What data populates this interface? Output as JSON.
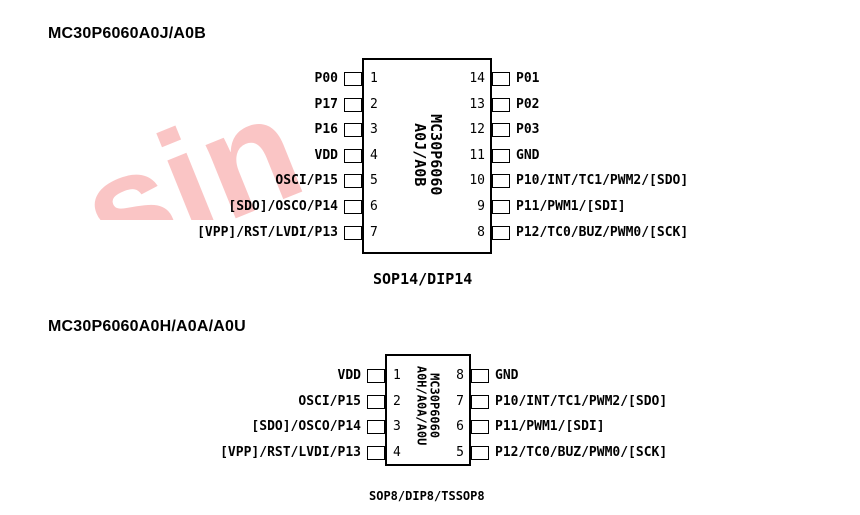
{
  "colors": {
    "watermark": "#f05a5a",
    "line": "#000000"
  },
  "watermark": {
    "text": "sin"
  },
  "top": {
    "title": "MC30P6060A0J/A0B",
    "chip_lines": [
      "MC30P6060",
      "A0J/A0B"
    ],
    "package": "SOP14/DIP14",
    "left_pins": [
      {
        "num": "1",
        "label": "P00"
      },
      {
        "num": "2",
        "label": "P17"
      },
      {
        "num": "3",
        "label": "P16"
      },
      {
        "num": "4",
        "label": "VDD"
      },
      {
        "num": "5",
        "label": "OSCI/P15"
      },
      {
        "num": "6",
        "label": "[SDO]/OSCO/P14"
      },
      {
        "num": "7",
        "label": "[VPP]/RST/LVDI/P13"
      }
    ],
    "right_pins": [
      {
        "num": "14",
        "label": "P01"
      },
      {
        "num": "13",
        "label": "P02"
      },
      {
        "num": "12",
        "label": "P03"
      },
      {
        "num": "11",
        "label": "GND"
      },
      {
        "num": "10",
        "label": "P10/INT/TC1/PWM2/[SDO]"
      },
      {
        "num": "9",
        "label": "P11/PWM1/[SDI]"
      },
      {
        "num": "8",
        "label": "P12/TC0/BUZ/PWM0/[SCK]"
      }
    ]
  },
  "bottom": {
    "title": "MC30P6060A0H/A0A/A0U",
    "chip_lines": [
      "MC30P6060",
      "A0H/A0A/A0U"
    ],
    "package": "SOP8/DIP8/TSSOP8",
    "left_pins": [
      {
        "num": "1",
        "label": "VDD"
      },
      {
        "num": "2",
        "label": "OSCI/P15"
      },
      {
        "num": "3",
        "label": "[SDO]/OSCO/P14"
      },
      {
        "num": "4",
        "label": "[VPP]/RST/LVDI/P13"
      }
    ],
    "right_pins": [
      {
        "num": "8",
        "label": "GND"
      },
      {
        "num": "7",
        "label": "P10/INT/TC1/PWM2/[SDO]"
      },
      {
        "num": "6",
        "label": "P11/PWM1/[SDI]"
      },
      {
        "num": "5",
        "label": "P12/TC0/BUZ/PWM0/[SCK]"
      }
    ]
  }
}
